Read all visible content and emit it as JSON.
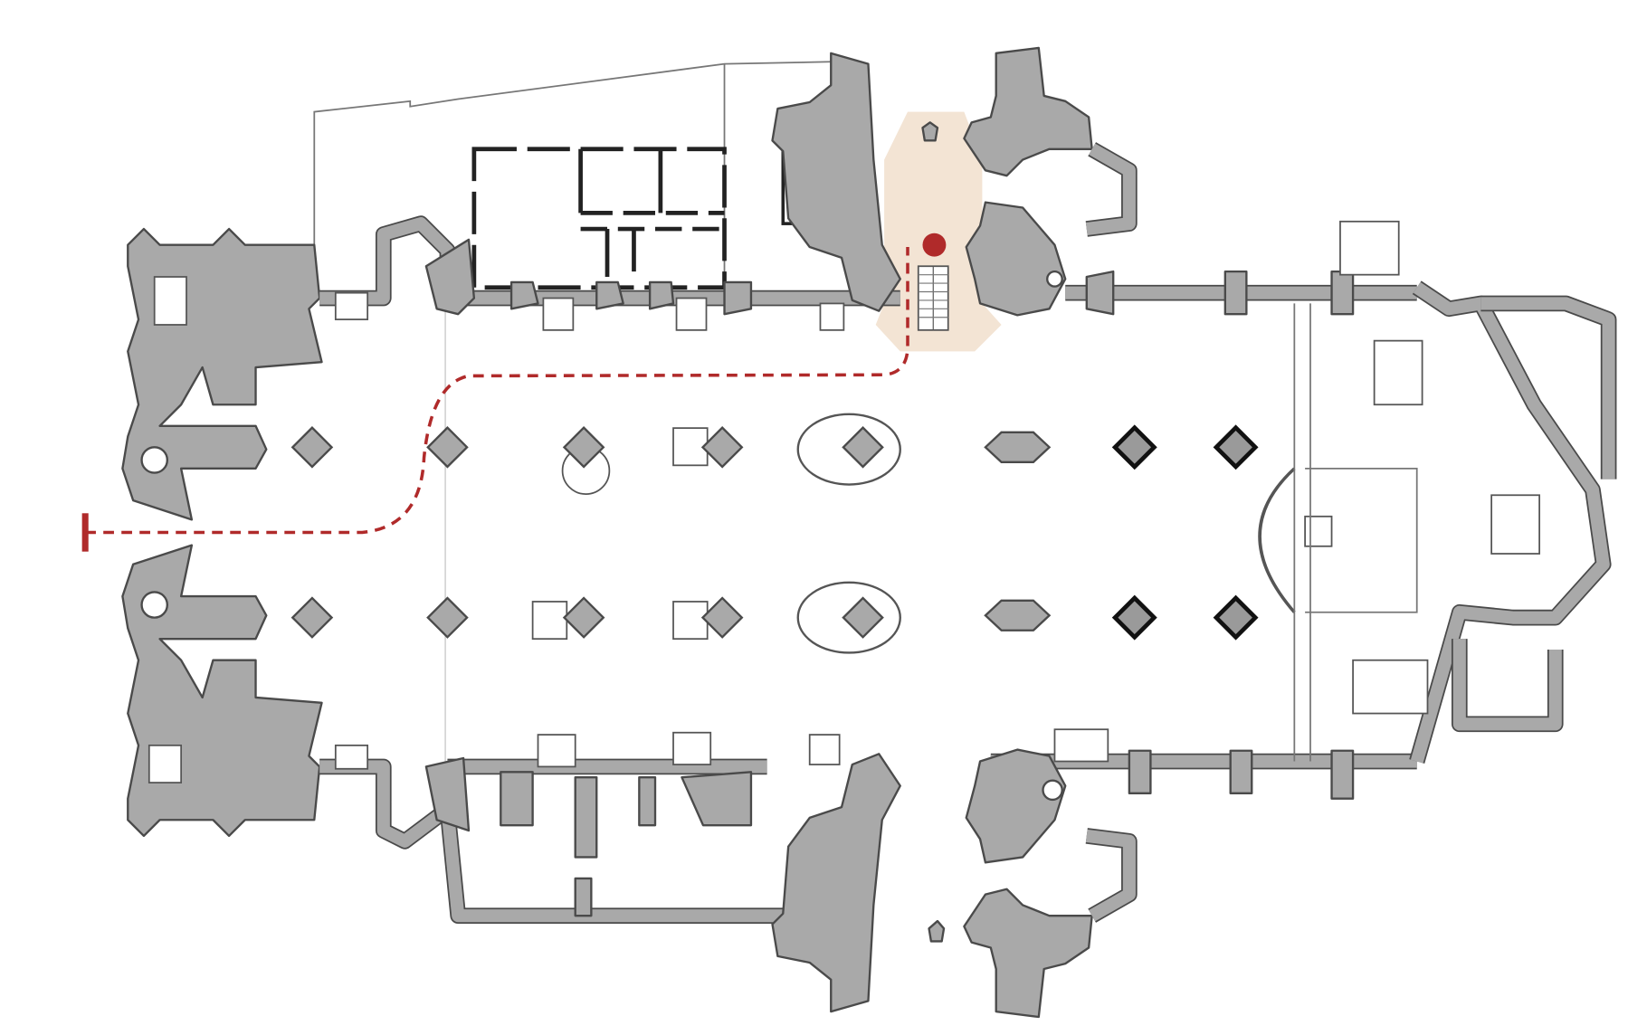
{
  "plan": {
    "kind": "cathedral floor plan",
    "colors": {
      "wall_fill": "#a9a9a9",
      "wall_outline": "#4a4a4a",
      "highlight_zone": "#f3e4d4",
      "route": "#b02a2a",
      "background": "#ffffff"
    },
    "route": {
      "start_marker": "start-bar-icon",
      "end_marker": "destination-dot-icon",
      "style": "dashed"
    },
    "highlight": {
      "shape": "hexagon",
      "contains": "staircase-icon"
    }
  }
}
